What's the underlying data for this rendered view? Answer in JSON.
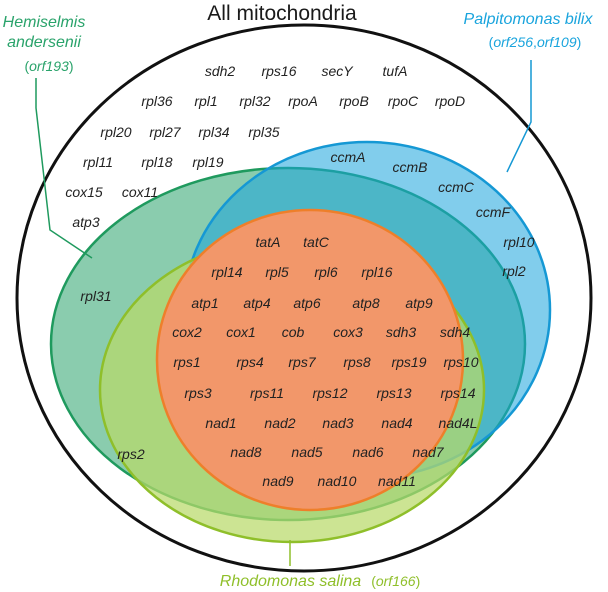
{
  "title": "All mitochondria",
  "colors": {
    "outer_stroke": "#111111",
    "hemiselmis": "#2aa36b",
    "palpitomonas": "#19a4dd",
    "rhodomonas": "#9cc83a",
    "core": "#f08a3c"
  },
  "labels": {
    "hemiselmis_line1": "Hemiselmis",
    "hemiselmis_line2": "andersenii",
    "hemiselmis_orf": "orf193",
    "palpitomonas": "Palpitomonas bilix",
    "palpitomonas_orf1": "orf256",
    "palpitomonas_orf2": "orf109",
    "rhodomonas": "Rhodomonas salina",
    "rhodomonas_orf": "orf166"
  },
  "genes": {
    "all_only": [
      [
        "sdh2",
        "rps16",
        "secY",
        "tufA"
      ],
      [
        "rpl36",
        "rpl1",
        "rpl32",
        "rpoA",
        "rpoB",
        "rpoC",
        "rpoD"
      ],
      [
        "rpl20",
        "rpl27",
        "rpl34",
        "rpl35"
      ],
      [
        "rpl11",
        "rpl18",
        "rpl19"
      ],
      [
        "cox15",
        "cox11"
      ],
      [
        "atp3"
      ]
    ],
    "palpitomonas_only": [
      "ccmA",
      "ccmB",
      "ccmC",
      "ccmF",
      "rpl10",
      "rpl2"
    ],
    "hemiselmis_only": [
      "rpl31"
    ],
    "hemi_rhodo": [
      "rps2"
    ],
    "core": [
      [
        "tatA",
        "tatC"
      ],
      [
        "rpl14",
        "rpl5",
        "rpl6",
        "rpl16"
      ],
      [
        "atp1",
        "atp4",
        "atp6",
        "atp8",
        "atp9"
      ],
      [
        "cox2",
        "cox1",
        "cob",
        "cox3",
        "sdh3",
        "sdh4"
      ],
      [
        "rps1",
        "rps4",
        "rps7",
        "rps8",
        "rps19",
        "rps10"
      ],
      [
        "rps3",
        "rps11",
        "rps12",
        "rps13",
        "rps14"
      ],
      [
        "nad1",
        "nad2",
        "nad3",
        "nad4",
        "nad4L"
      ],
      [
        "nad8",
        "nad5",
        "nad6",
        "nad7"
      ],
      [
        "nad9",
        "nad10",
        "nad11"
      ]
    ]
  }
}
